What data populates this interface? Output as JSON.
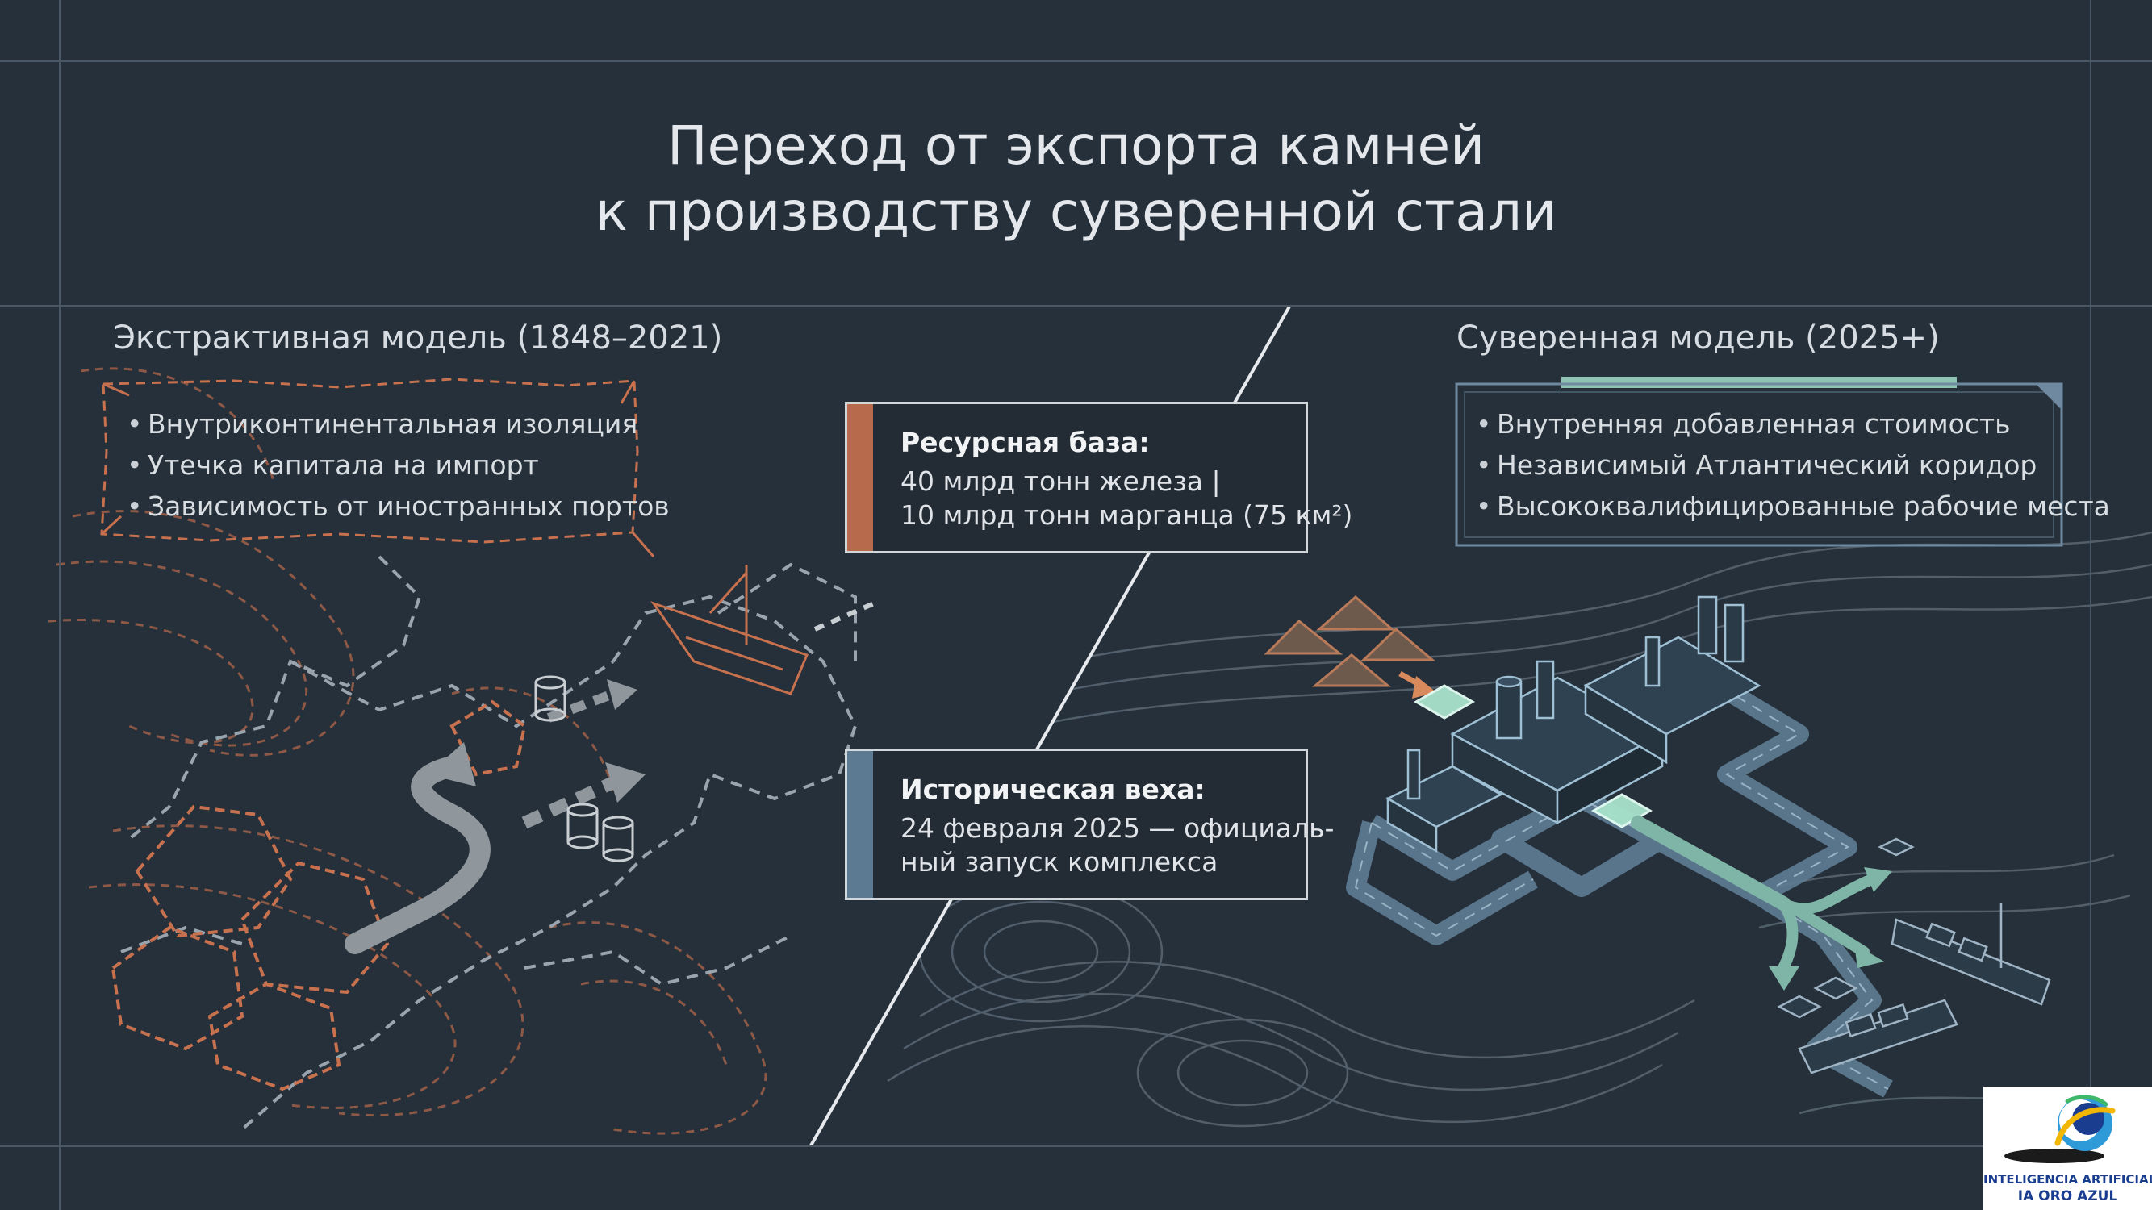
{
  "title": {
    "line1": "Переход от экспорта камней",
    "line2": "к производству суверенной стали"
  },
  "left": {
    "heading": "Экстрактивная модель (1848–2021)",
    "bullets": [
      "Внутриконтинентальная изоляция",
      "Утечка капитала на импорт",
      "Зависимость от иностранных портов"
    ]
  },
  "right": {
    "heading": "Суверенная модель (2025+)",
    "bullets": [
      "Внутренняя добавленная стоимость",
      "Независимый Атлантический коридор",
      "Высококвалифицированные рабочие места"
    ]
  },
  "resource_card": {
    "heading": "Ресурсная база:",
    "line1": "40 млрд тонн железа |",
    "line2": "10 млрд тонн марганца (75 км²)"
  },
  "milestone_card": {
    "heading": "Историческая веха:",
    "line1": "24 февраля 2025 — официаль-",
    "line2": "ный запуск комплекса"
  },
  "logo": {
    "line1": "INTELIGENCIA ARTIFICIAL",
    "line2": "IA ORO AZUL"
  },
  "colors": {
    "background": "#26303a",
    "extractive_accent": "#c8714e",
    "sovereign_accent": "#8fc4b4",
    "resource_stripe": "#b86a4c",
    "milestone_stripe": "#5c7a92",
    "logo_blue": "#1a3d8f"
  }
}
